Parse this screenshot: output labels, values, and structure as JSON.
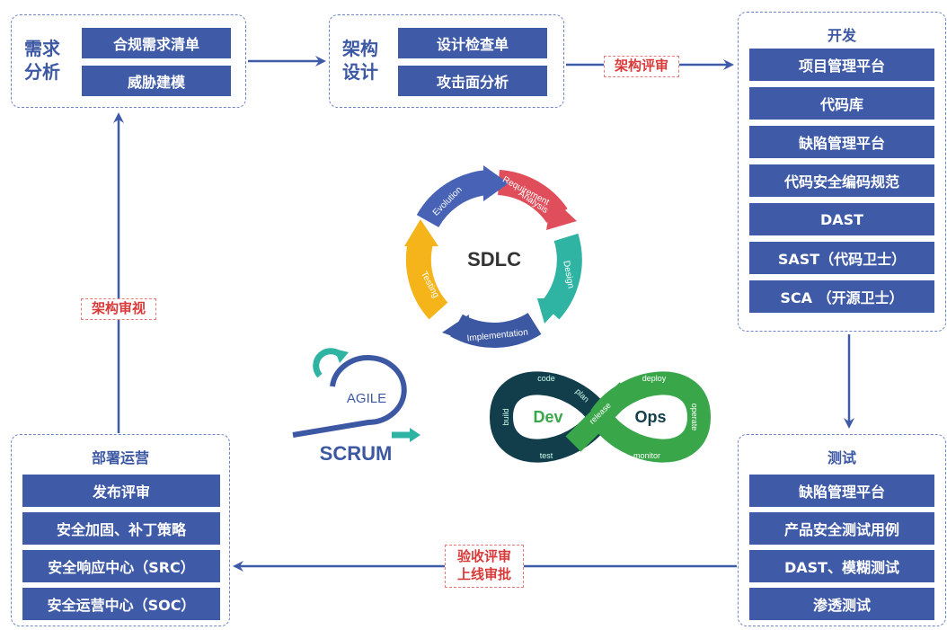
{
  "colors": {
    "primary": "#3f5aa7",
    "accent_red": "#d83a3a",
    "dashed_border": "#6f86c4"
  },
  "req": {
    "title": [
      "需求",
      "分析"
    ],
    "items": [
      "合规需求清单",
      "威胁建模"
    ]
  },
  "arch": {
    "title": [
      "架构",
      "设计"
    ],
    "items": [
      "设计检查单",
      "攻击面分析"
    ]
  },
  "dev": {
    "title": "开发",
    "items": [
      "项目管理平台",
      "代码库",
      "缺陷管理平台",
      "代码安全编码规范",
      "DAST",
      "SAST（代码卫士）",
      "SCA （开源卫士）"
    ]
  },
  "test": {
    "title": "测试",
    "items": [
      "缺陷管理平台",
      "产品安全测试用例",
      "DAST、模糊测试",
      "渗透测试"
    ]
  },
  "ops": {
    "title": "部署运营",
    "items": [
      "发布评审",
      "安全加固、补丁策略",
      "安全响应中心（SRC）",
      "安全运营中心（SOC）"
    ]
  },
  "tags": {
    "arch_review": "架构评审",
    "arch_audit": "架构审视",
    "accept": [
      "验收评审",
      "上线审批"
    ]
  },
  "sdlc": {
    "center": "SDLC",
    "stages": [
      "Requirement",
      "Analysis",
      "Design",
      "Implementation",
      "Testing",
      "Evolution"
    ]
  },
  "agile": {
    "top": "AGILE",
    "bottom": "SCRUM"
  },
  "devops": {
    "dev": "Dev",
    "ops": "Ops",
    "stages": [
      "code",
      "plan",
      "build",
      "test",
      "release",
      "deploy",
      "operate",
      "monitor"
    ]
  }
}
